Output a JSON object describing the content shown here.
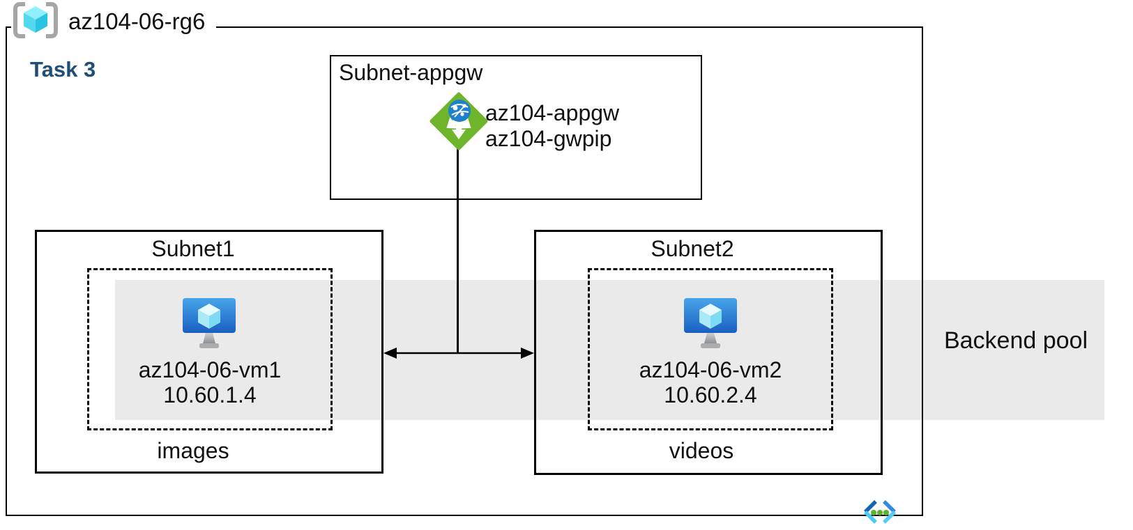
{
  "colors": {
    "task_text": "#1F4E79",
    "backend_band_gray": "#EAEAEA",
    "appgw_green": "#6FB52C",
    "globe_blue": "#1F81CC",
    "vm_screen_blue_top": "#47A5EA",
    "vm_screen_blue_bottom": "#1A5FC2",
    "cube_cyan": "#53D9EF",
    "vnet_dot_green": "#5CB32C",
    "line_black": "#000000"
  },
  "resource_group": {
    "name": "az104-06-rg6"
  },
  "task": {
    "label": "Task 3"
  },
  "appgw_subnet": {
    "title": "Subnet-appgw",
    "gateway_name": "az104-appgw",
    "public_ip_name": "az104-gwpip"
  },
  "subnet1": {
    "title": "Subnet1",
    "vm": {
      "name": "az104-06-vm1",
      "ip": "10.60.1.4"
    },
    "caption": "images"
  },
  "subnet2": {
    "title": "Subnet2",
    "vm": {
      "name": "az104-06-vm2",
      "ip": "10.60.2.4"
    },
    "caption": "videos"
  },
  "backend_pool": {
    "label": "Backend pool"
  },
  "icons": {
    "resource_group": "resource-group-brackets-cube",
    "application_gateway": "green-diamond-arrows-globe",
    "virtual_machine": "monitor-with-cube",
    "virtual_network": "chevrons-with-dots"
  }
}
